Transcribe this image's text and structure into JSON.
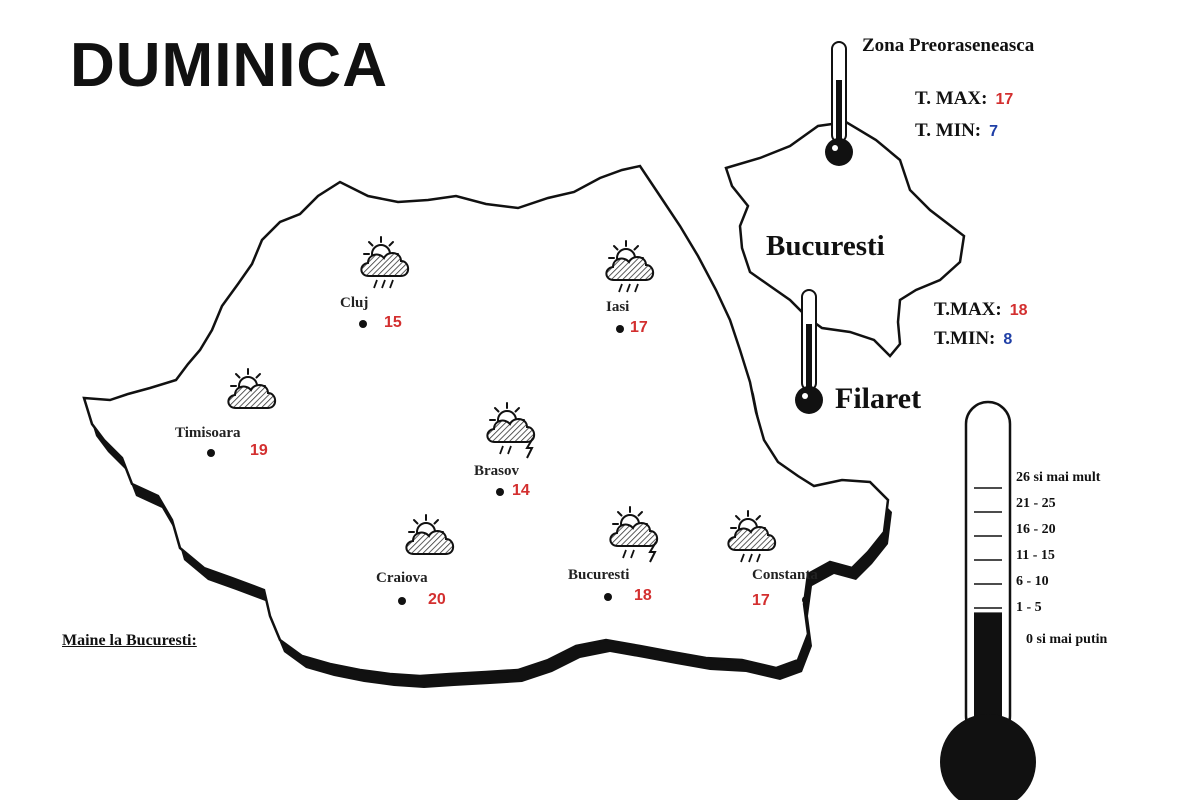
{
  "title": "DUMINICA",
  "colors": {
    "max": "#d32f2f",
    "min": "#1f3fa6",
    "ink": "#111111"
  },
  "zona": {
    "title": "Zona Preoraseneasca",
    "tmax_label": "T. MAX:",
    "tmax": "17",
    "tmin_label": "T. MIN:",
    "tmin": "7"
  },
  "inset_city": "Bucuresti",
  "filaret": {
    "name": "Filaret",
    "tmax_label": "T.MAX:",
    "tmax": "18",
    "tmin_label": "T.MIN:",
    "tmin": "8"
  },
  "cities": [
    {
      "name": "Cluj",
      "temp": "15",
      "icon": "rain-cloud-icon"
    },
    {
      "name": "Iasi",
      "temp": "17",
      "icon": "rain-cloud-icon"
    },
    {
      "name": "Timisoara",
      "temp": "19",
      "icon": "cloud-sun-icon"
    },
    {
      "name": "Brasov",
      "temp": "14",
      "icon": "thunderstorm-icon"
    },
    {
      "name": "Craiova",
      "temp": "20",
      "icon": "cloud-sun-icon"
    },
    {
      "name": "Bucuresti",
      "temp": "18",
      "icon": "thunderstorm-icon"
    },
    {
      "name": "Constanta",
      "temp": "17",
      "icon": "rain-cloud-icon"
    }
  ],
  "tomorrow_label": "Maine la Bucuresti:",
  "legend": [
    "26 si mai mult",
    "21 - 25",
    "16 - 20",
    "11 - 15",
    "6 - 10",
    "1 - 5",
    "0 si mai putin"
  ],
  "legend_fill_fraction": 0.6
}
